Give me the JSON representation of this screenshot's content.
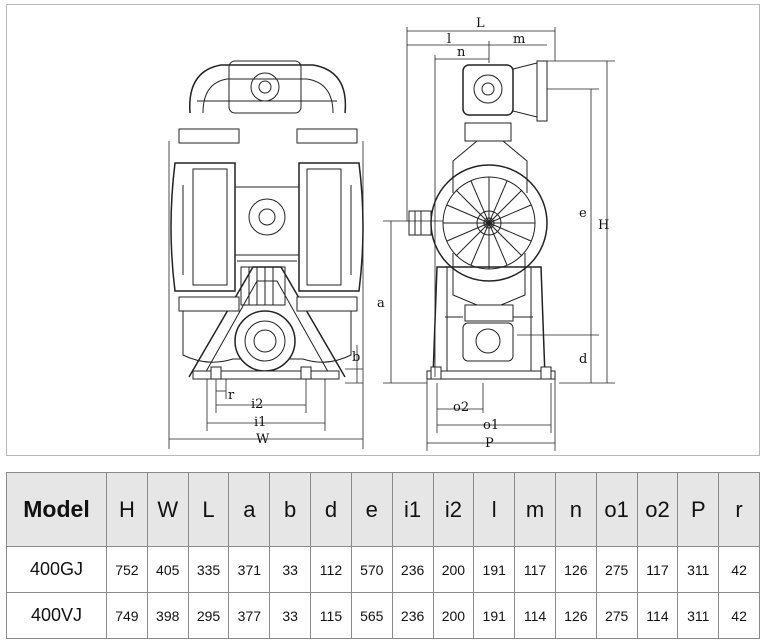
{
  "drawing": {
    "front_labels": {
      "b": "b",
      "r": "r",
      "i2": "i2",
      "i1": "i1",
      "W": "W"
    },
    "side_labels": {
      "L": "L",
      "l": "l",
      "m": "m",
      "n": "n",
      "a": "a",
      "H": "H",
      "e": "e",
      "d": "d",
      "o2": "o2",
      "o1": "o1",
      "P": "P"
    }
  },
  "table": {
    "headers": [
      "Model",
      "H",
      "W",
      "L",
      "a",
      "b",
      "d",
      "e",
      "i1",
      "i2",
      "l",
      "m",
      "n",
      "o1",
      "o2",
      "P",
      "r"
    ],
    "rows": [
      [
        "400GJ",
        "752",
        "405",
        "335",
        "371",
        "33",
        "112",
        "570",
        "236",
        "200",
        "191",
        "117",
        "126",
        "275",
        "117",
        "311",
        "42"
      ],
      [
        "400VJ",
        "749",
        "398",
        "295",
        "377",
        "33",
        "115",
        "565",
        "236",
        "200",
        "191",
        "114",
        "126",
        "275",
        "114",
        "311",
        "42"
      ]
    ]
  }
}
